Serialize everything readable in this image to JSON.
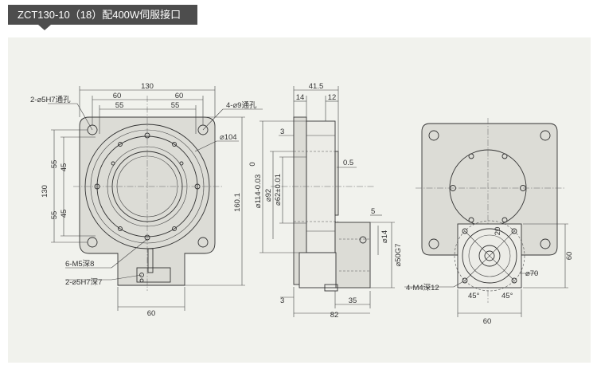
{
  "title": "ZCT130-10（18）配400W伺服接口",
  "front": {
    "w130": "130",
    "w60a": "60",
    "w60b": "60",
    "w55a": "55",
    "w55b": "55",
    "h130": "130",
    "h55a": "55",
    "h45a": "45",
    "h45b": "45",
    "h55b": "55",
    "h160": "160.1",
    "bottom60": "60",
    "note_tl": "2-⌀5H7通孔",
    "note_tr": "4-⌀9通孔",
    "d104": "⌀104",
    "note_m5": "6-M5深8",
    "note_h7": "2-⌀5H7深7"
  },
  "side": {
    "d41": "41.5",
    "d14": "14",
    "d12": "12",
    "d3a": "3",
    "d05": "0.5",
    "d0": "0",
    "d114": "⌀114-0.03",
    "d92": "⌀92",
    "d62": "⌀62±0.01",
    "d5": "5",
    "dd14": "⌀14",
    "d50": "⌀50G7",
    "d3b": "3",
    "d35": "35",
    "d82": "82"
  },
  "right": {
    "d70": "⌀70",
    "a45a": "45°",
    "a45b": "45°",
    "note_m4": "4-M4深12",
    "bottom60": "60",
    "side60": "60",
    "d20": "20"
  }
}
